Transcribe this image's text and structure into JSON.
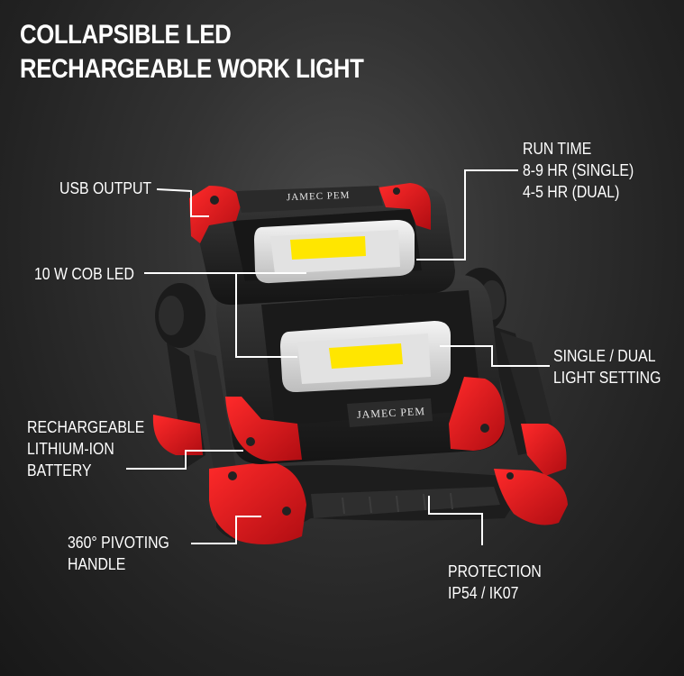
{
  "title": {
    "line1": "COLLAPSIBLE LED",
    "line2": "RECHARGEABLE WORK LIGHT"
  },
  "callouts": {
    "usb_output": "USB OUTPUT",
    "cob_led": "10 W COB LED",
    "run_time": [
      "RUN TIME",
      "8-9 HR (SINGLE)",
      "4-5 HR (DUAL)"
    ],
    "light_setting": [
      "SINGLE / DUAL",
      "LIGHT SETTING"
    ],
    "battery": [
      "RECHARGEABLE",
      "LITHIUM-ION",
      "BATTERY"
    ],
    "handle": [
      "360° PIVOTING",
      "HANDLE"
    ],
    "protection": [
      "PROTECTION",
      "IP54 / IK07"
    ]
  },
  "product": {
    "brand_top": "JAMEC PEM",
    "brand_front": "JAMEC PEM",
    "accent_color": "#e0151b",
    "led_color": "#ffe600"
  }
}
